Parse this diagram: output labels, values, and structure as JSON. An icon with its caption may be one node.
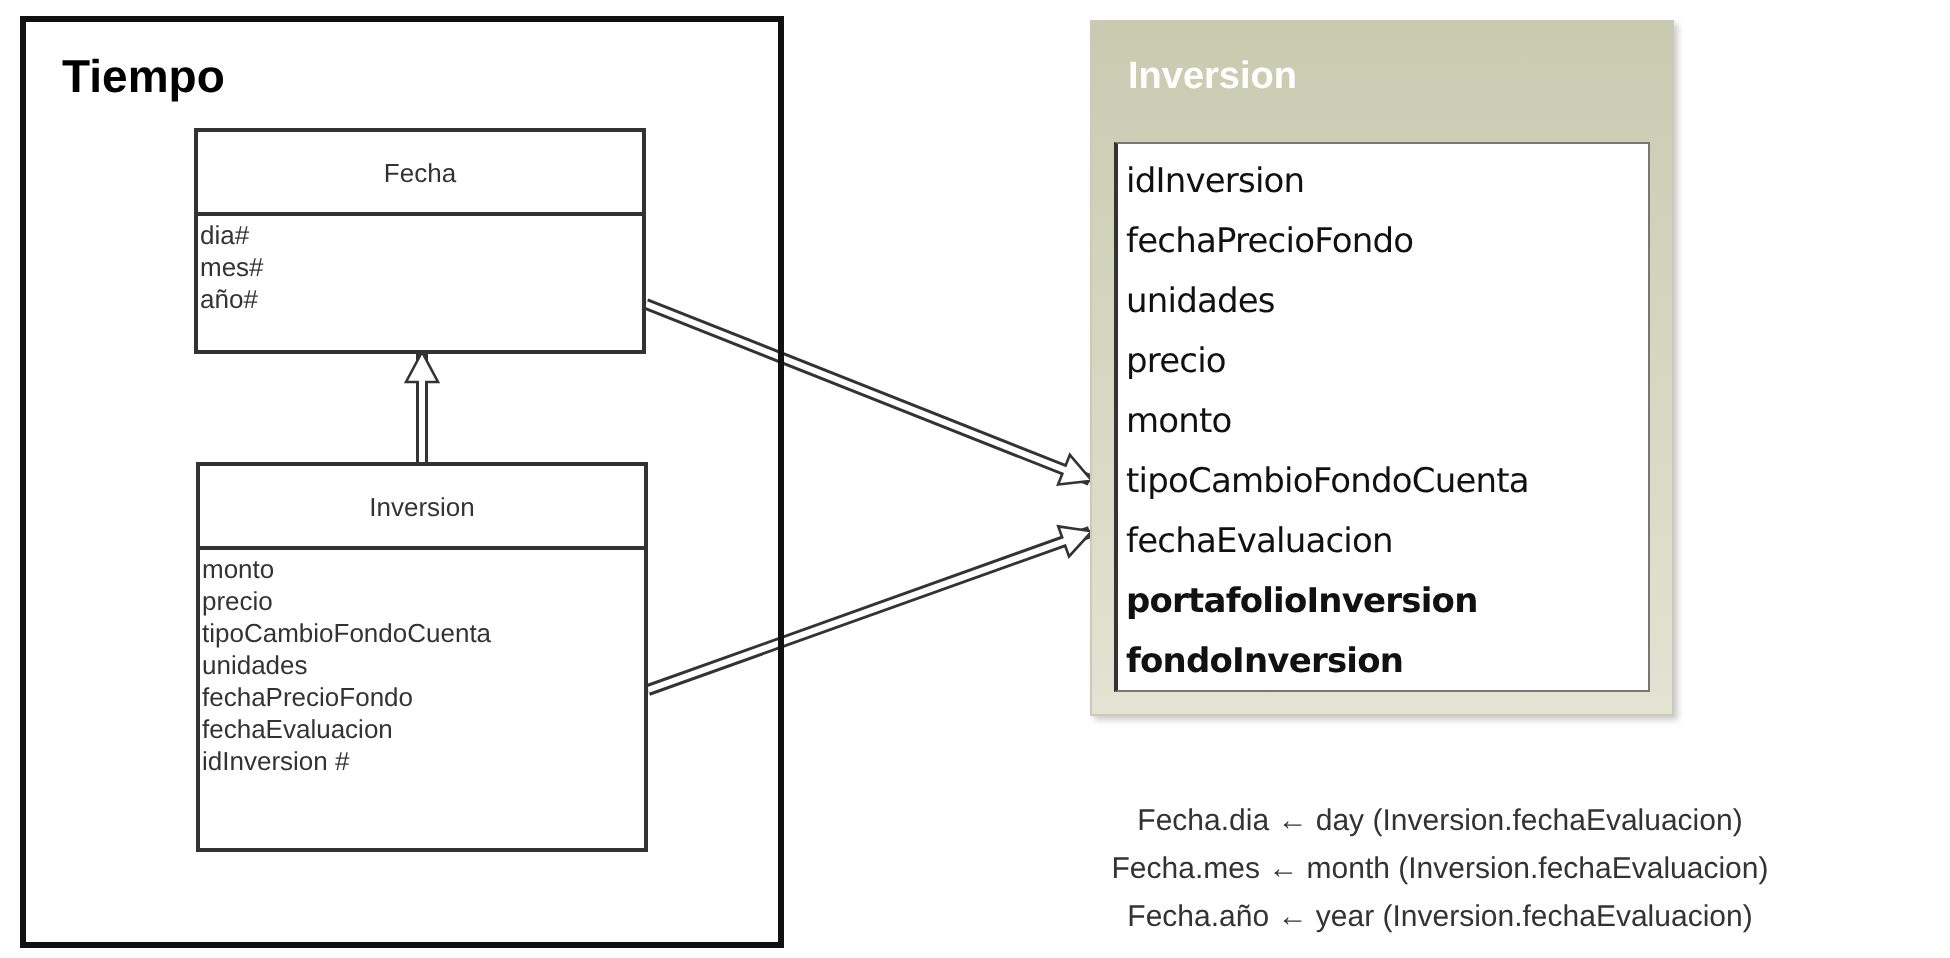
{
  "diagram": {
    "nodes": [
      {
        "text": [
          "Tiempo"
        ]
      },
      {
        "text": [
          "Fecha",
          "dia#",
          "mes#",
          "año#"
        ],
        "in": 0
      },
      {
        "text": [
          "Inversion",
          "monto",
          "precio",
          "tipoCambioFondoCuenta",
          "unidades",
          "fechaPrecioFondo",
          "fechaEvaluacion",
          "idInversion #"
        ],
        "in": 0
      },
      {
        "text": [
          "Inversion",
          "idInversion",
          "fechaPrecioFondo",
          "unidades",
          "precio",
          "monto",
          "tipoCambioFondoCuenta",
          "fechaEvaluacion",
          "portafolioInversion",
          "fondoInversion"
        ]
      }
    ],
    "edges": [
      {
        "from": 2,
        "to": 1,
        "arrow": "to"
      },
      {
        "from": 1,
        "to": 3,
        "arrow": "to"
      },
      {
        "from": 2,
        "to": 3,
        "arrow": "to"
      }
    ],
    "labels": [
      "Fecha.dia ← day (Inversion.fechaEvaluacion)",
      "Fecha.mes ← month (Inversion.fechaEvaluacion)",
      "Fecha.año ← year (Inversion.fechaEvaluacion)"
    ]
  }
}
